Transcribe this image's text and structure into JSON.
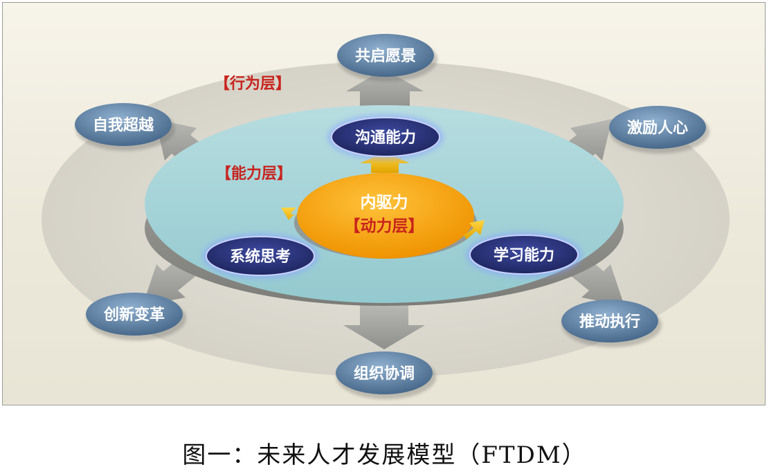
{
  "diagram": {
    "outer_layer_label": "【行为层】",
    "middle_layer_label": "【能力层】",
    "core": {
      "line1": "内驱力",
      "line2": "【动力层】"
    },
    "abilities": [
      "沟通能力",
      "系统思考",
      "学习能力"
    ],
    "behaviors": [
      "共启愿景",
      "激励人心",
      "推动执行",
      "组织协调",
      "创新变革",
      "自我超越"
    ]
  },
  "caption": "图一：未来人才发展模型（FTDM）",
  "colors": {
    "outer_ring": "#dcd9cf",
    "teal_disc": "#9fd0d5",
    "core_orange": "#f4a10a",
    "ability_node": "#2b3578",
    "behavior_node": "#5a7fa3",
    "layer_label": "#c8231d"
  }
}
